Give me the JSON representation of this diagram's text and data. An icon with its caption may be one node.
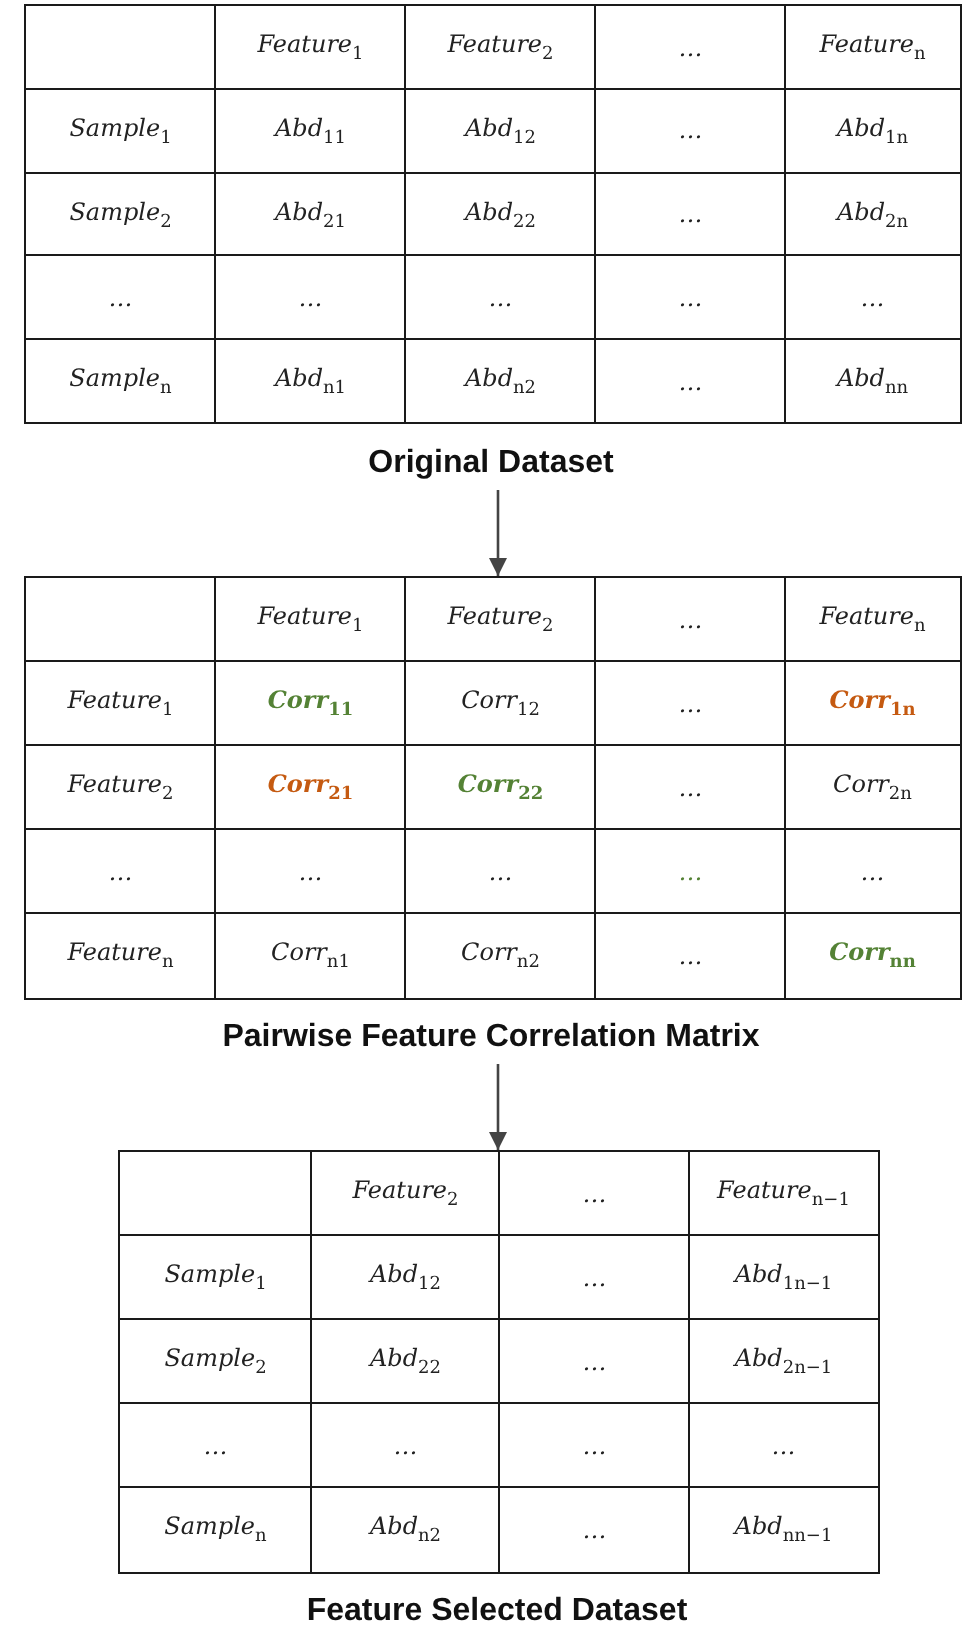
{
  "diagram": {
    "nodes": [
      {
        "text": [
          "Original Dataset"
        ]
      },
      {
        "text": [],
        "shape": "box",
        "in": 0
      },
      {
        "text": [
          "Feature$_{1}$"
        ],
        "in": 0
      },
      {
        "text": [
          "Feature$_{2}$"
        ],
        "in": 0
      },
      {
        "text": [
          "…"
        ],
        "in": 0
      },
      {
        "text": [
          "Feature$_{n}$"
        ],
        "in": 0
      },
      {
        "text": [
          "Sample$_{1}$"
        ],
        "in": 0
      },
      {
        "text": [
          "Abd$_{11}$"
        ],
        "in": 0
      },
      {
        "text": [
          "Abd$_{12}$"
        ],
        "in": 0
      },
      {
        "text": [
          "…"
        ],
        "in": 0
      },
      {
        "text": [
          "Abd$_{1n}$"
        ],
        "in": 0
      },
      {
        "text": [
          "Sample$_{2}$"
        ],
        "in": 0
      },
      {
        "text": [
          "Abd$_{21}$"
        ],
        "in": 0
      },
      {
        "text": [
          "Abd$_{22}$"
        ],
        "in": 0
      },
      {
        "text": [
          "…"
        ],
        "in": 0
      },
      {
        "text": [
          "Abd$_{2n}$"
        ],
        "in": 0
      },
      {
        "text": [
          "…"
        ],
        "in": 0
      },
      {
        "text": [
          "…"
        ],
        "in": 0
      },
      {
        "text": [
          "…"
        ],
        "in": 0
      },
      {
        "text": [
          "…"
        ],
        "in": 0
      },
      {
        "text": [
          "…"
        ],
        "in": 0
      },
      {
        "text": [
          "Sample$_{n}$"
        ],
        "in": 0
      },
      {
        "text": [
          "Abd$_{n1}$"
        ],
        "in": 0
      },
      {
        "text": [
          "Abd$_{n2}$"
        ],
        "in": 0
      },
      {
        "text": [
          "…"
        ],
        "in": 0
      },
      {
        "text": [
          "Abd$_{nn}$"
        ],
        "in": 0
      },
      {
        "text": [
          "Pairwise Feature Correlation Matrix"
        ]
      },
      {
        "text": [],
        "shape": "box",
        "in": 26
      },
      {
        "text": [
          "Feature$_{1}$"
        ],
        "in": 26
      },
      {
        "text": [
          "Feature$_{2}$"
        ],
        "in": 26
      },
      {
        "text": [
          "…"
        ],
        "in": 26
      },
      {
        "text": [
          "Feature$_{n}$"
        ],
        "in": 26
      },
      {
        "text": [
          "Feature$_{1}$"
        ],
        "in": 26
      },
      {
        "text": [
          "Corr$_{11}$"
        ],
        "in": 26
      },
      {
        "text": [
          "Corr$_{12}$"
        ],
        "in": 26
      },
      {
        "text": [
          "…"
        ],
        "in": 26
      },
      {
        "text": [
          "Corr$_{1n}$"
        ],
        "in": 26
      },
      {
        "text": [
          "Feature$_{2}$"
        ],
        "in": 26
      },
      {
        "text": [
          "Corr$_{21}$"
        ],
        "in": 26
      },
      {
        "text": [
          "Corr$_{22}$"
        ],
        "in": 26
      },
      {
        "text": [
          "…"
        ],
        "in": 26
      },
      {
        "text": [
          "Corr$_{2n}$"
        ],
        "in": 26
      },
      {
        "text": [
          "…"
        ],
        "in": 26
      },
      {
        "text": [
          "…"
        ],
        "in": 26
      },
      {
        "text": [
          "…"
        ],
        "in": 26
      },
      {
        "text": [
          "…"
        ],
        "in": 26
      },
      {
        "text": [
          "…"
        ],
        "in": 26
      },
      {
        "text": [
          "Feature$_{n}$"
        ],
        "in": 26
      },
      {
        "text": [
          "Corr$_{n1}$"
        ],
        "in": 26
      },
      {
        "text": [
          "Corr$_{n2}$"
        ],
        "in": 26
      },
      {
        "text": [
          "…"
        ],
        "in": 26
      },
      {
        "text": [
          "Corr$_{nn}$"
        ],
        "in": 26
      },
      {
        "text": [
          "Feature Selected Dataset"
        ]
      },
      {
        "text": [],
        "shape": "box",
        "in": 52
      },
      {
        "text": [
          "Feature$_{2}$"
        ],
        "in": 52
      },
      {
        "text": [
          "…"
        ],
        "in": 52
      },
      {
        "text": [
          "Feature$_{n−1}$"
        ],
        "in": 52
      },
      {
        "text": [
          "Sample$_{1}$"
        ],
        "in": 52
      },
      {
        "text": [
          "Abd$_{12}$"
        ],
        "in": 52
      },
      {
        "text": [
          "…"
        ],
        "in": 52
      },
      {
        "text": [
          "Abd$_{1n−1}$"
        ],
        "in": 52
      },
      {
        "text": [
          "Sample$_{2}$"
        ],
        "in": 52
      },
      {
        "text": [
          "Abd$_{22}$"
        ],
        "in": 52
      },
      {
        "text": [
          "…"
        ],
        "in": 52
      },
      {
        "text": [
          "Abd$_{2n−1}$"
        ],
        "in": 52
      },
      {
        "text": [
          "…"
        ],
        "in": 52
      },
      {
        "text": [
          "…"
        ],
        "in": 52
      },
      {
        "text": [
          "…"
        ],
        "in": 52
      },
      {
        "text": [
          "…"
        ],
        "in": 52
      },
      {
        "text": [
          "Sample$_{n}$"
        ],
        "in": 52
      },
      {
        "text": [
          "Abd$_{n2}$"
        ],
        "in": 52
      },
      {
        "text": [
          "…"
        ],
        "in": 52
      },
      {
        "text": [
          "Abd$_{nn−1}$"
        ],
        "in": 52
      }
    ],
    "edges": [
      {
        "from": 0,
        "to": 26,
        "arrow": "to"
      },
      {
        "from": 26,
        "to": 52,
        "arrow": "to"
      }
    ]
  }
}
